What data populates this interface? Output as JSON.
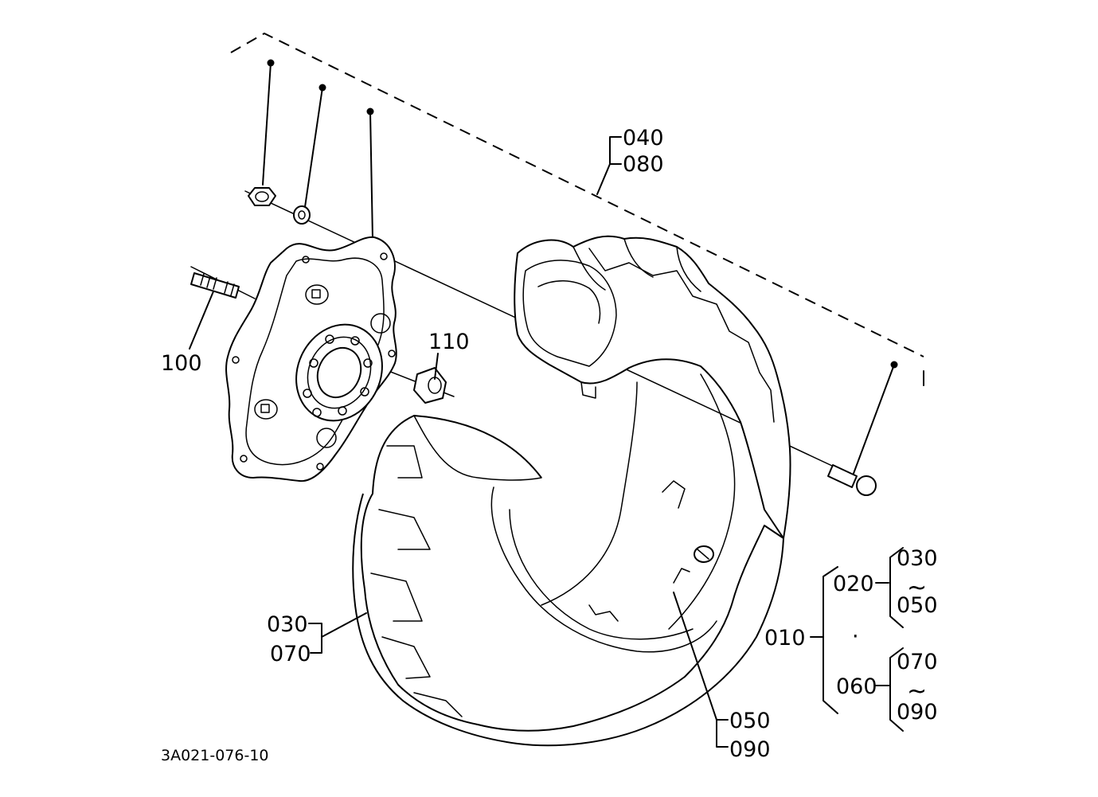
{
  "labels": {
    "p010": "010",
    "p020": "020",
    "p030_range": "030",
    "tilde_upper": "~",
    "p050_range": "050",
    "p060": "060",
    "p070_range": "070",
    "tilde_lower": "~",
    "p090_range": "090",
    "p040": "040",
    "p080": "080",
    "p100": "100",
    "p110": "110",
    "p030": "030",
    "p070": "070",
    "p050": "050",
    "p090": "090",
    "separator_dot": "·"
  },
  "drawing_code": "3A021-076-10"
}
